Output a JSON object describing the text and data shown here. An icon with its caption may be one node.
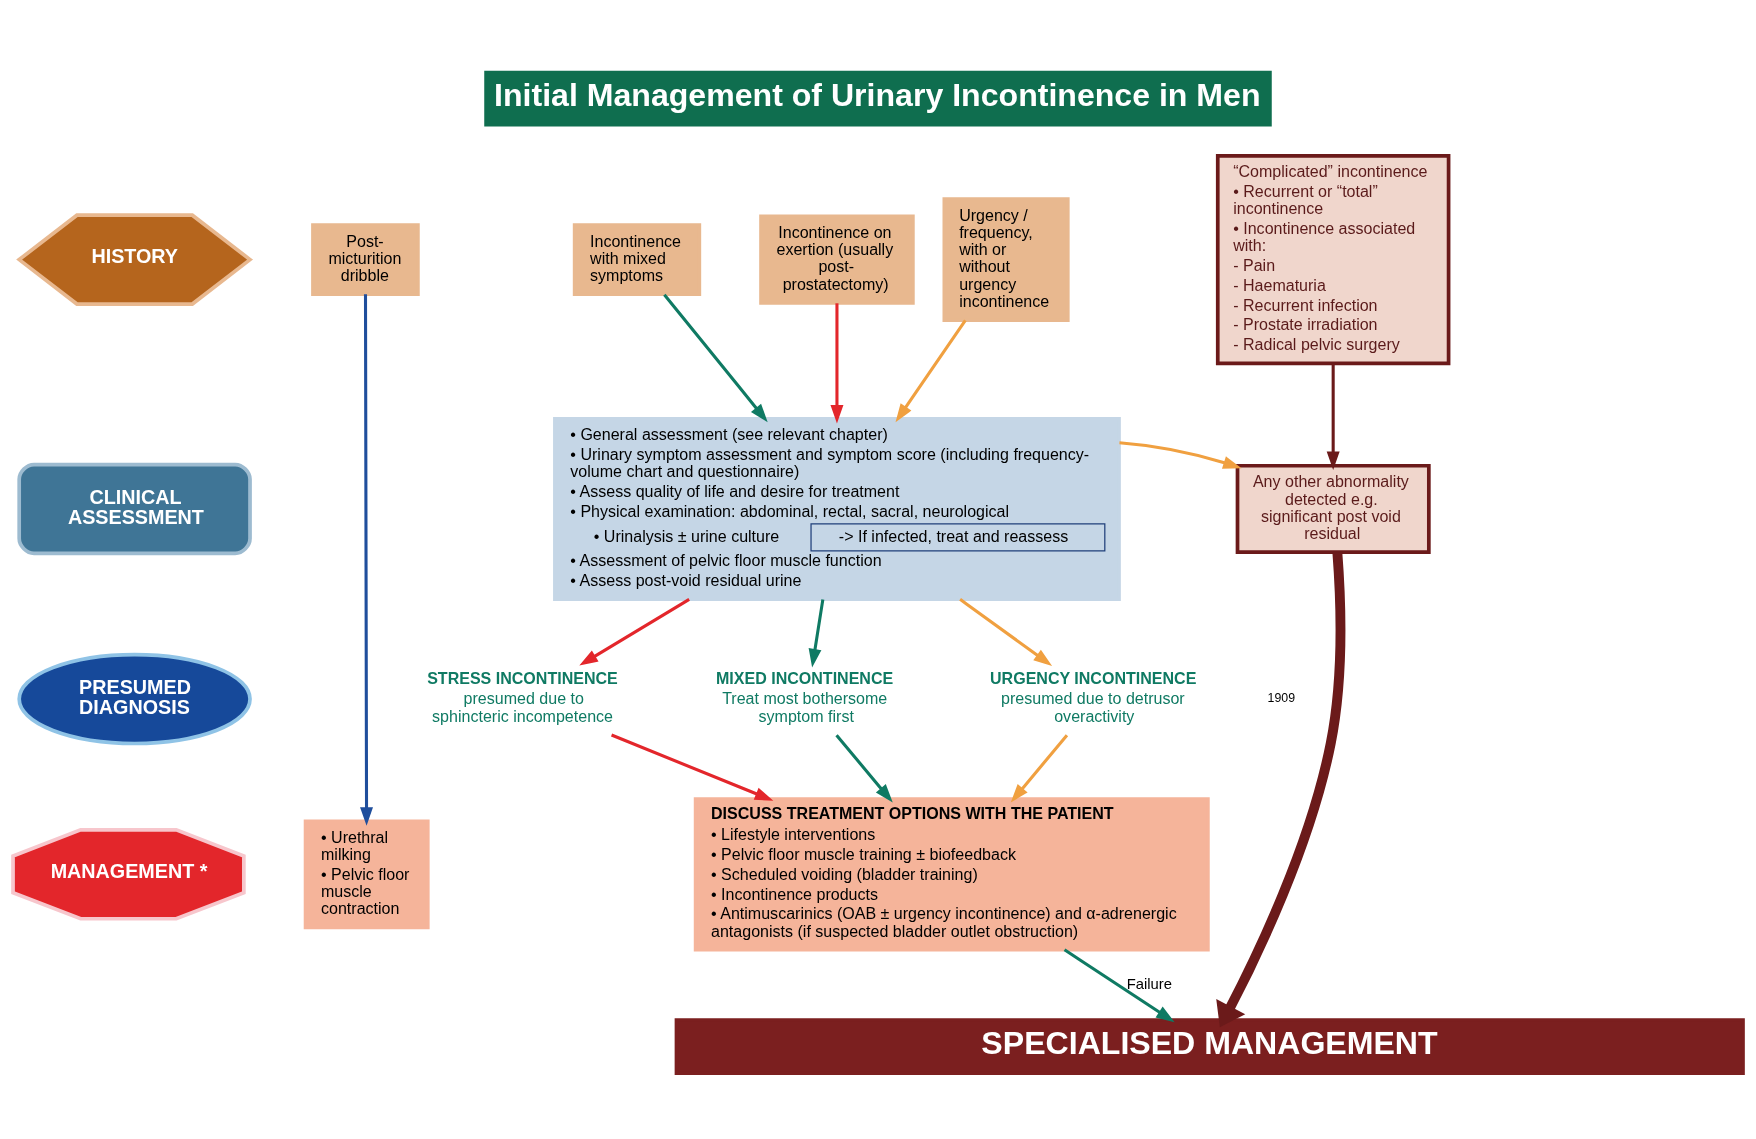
{
  "diagram": {
    "title": "Initial Management of Urinary Incontinence in Men",
    "nodes": [
      {
        "text": [
          "HISTORY"
        ]
      },
      {
        "text": [
          "CLINICAL ASSESSMENT"
        ]
      },
      {
        "text": [
          "PRESUMED DIAGNOSIS"
        ]
      },
      {
        "text": [
          "MANAGEMENT *"
        ]
      },
      {
        "text": [
          "Post-micturition dribble"
        ]
      },
      {
        "text": [
          "Incontinence on exertion (usually post-prostatectomy)"
        ]
      },
      {
        "text": [
          "Incontinence with mixed symptoms"
        ]
      },
      {
        "text": [
          "Urgency / frequency, with or without urgency incontinence"
        ]
      },
      {
        "text": [
          "“Complicated” incontinence",
          "• Recurrent or “total” incontinence",
          "• Incontinence associated with:",
          "- Pain",
          "- Haematuria",
          "- Recurrent infection",
          "- Prostate irradiation",
          "- Radical pelvic surgery"
        ]
      },
      {
        "text": [
          "• General assessment (see relevant chapter)",
          "• Urinary symptom assessment and symptom score (including frequency-volume chart and questionnaire)",
          "• Assess quality of life and desire for treatment",
          "• Physical examination: abdominal, rectal, sacral, neurological",
          "• Urinalysis ± urine culture",
          "-> If infected, treat and reassess",
          "• Assessment of pelvic floor muscle function",
          "• Assess post-void residual urine"
        ]
      },
      {
        "text": [
          "Any other abnormality detected e.g. significant post void residual"
        ]
      },
      {
        "text": [
          "STRESS INCONTINENCE",
          "presumed due to sphincteric incompetence"
        ]
      },
      {
        "text": [
          "MIXED INCONTINENCE",
          "Treat most bothersome symptom first"
        ]
      },
      {
        "text": [
          "URGENCY INCONTINENCE",
          "presumed due to detrusor overactivity"
        ]
      },
      {
        "text": [
          "• Urethral milking",
          "• Pelvic floor muscle contraction"
        ]
      },
      {
        "text": [
          "DISCUSS TREATMENT OPTIONS WITH THE PATIENT",
          "• Lifestyle interventions",
          "• Pelvic floor muscle training ± biofeedback",
          "• Scheduled voiding (bladder training)",
          "• Incontinence products",
          "• Antimuscarinics (OAB ± urgency incontinence) and α-adrenergic antagonists (if suspected bladder outlet obstruction)"
        ]
      },
      {
        "text": [
          "SPECIALISED MANAGEMENT"
        ]
      }
    ],
    "edges": [
      {
        "from": 4,
        "to": 14,
        "arrow": "to",
        "color": "#1f4e9c"
      },
      {
        "from": 5,
        "to": 9,
        "arrow": "to",
        "color": "#e3262b"
      },
      {
        "from": 6,
        "to": 9,
        "arrow": "to",
        "color": "#0f7a63"
      },
      {
        "from": 7,
        "to": 9,
        "arrow": "to",
        "color": "#f0a040"
      },
      {
        "from": 9,
        "to": 10,
        "arrow": "to",
        "color": "#f0a040"
      },
      {
        "from": 8,
        "to": 10,
        "arrow": "to",
        "color": "#6b1a1a"
      },
      {
        "from": 9,
        "to": 11,
        "arrow": "to",
        "color": "#e3262b"
      },
      {
        "from": 9,
        "to": 12,
        "arrow": "to",
        "color": "#0f7a63"
      },
      {
        "from": 9,
        "to": 13,
        "arrow": "to",
        "color": "#f0a040"
      },
      {
        "from": 11,
        "to": 15,
        "arrow": "to",
        "color": "#e3262b"
      },
      {
        "from": 12,
        "to": 15,
        "arrow": "to",
        "color": "#0f7a63"
      },
      {
        "from": 13,
        "to": 15,
        "arrow": "to",
        "color": "#f0a040"
      },
      {
        "from": 10,
        "to": 16,
        "arrow": "to",
        "style": "thick",
        "color": "#6b1a1a"
      },
      {
        "from": 15,
        "to": 16,
        "label": "Failure",
        "arrow": "to",
        "color": "#0f7a63"
      }
    ],
    "labels": [
      "1909"
    ]
  }
}
